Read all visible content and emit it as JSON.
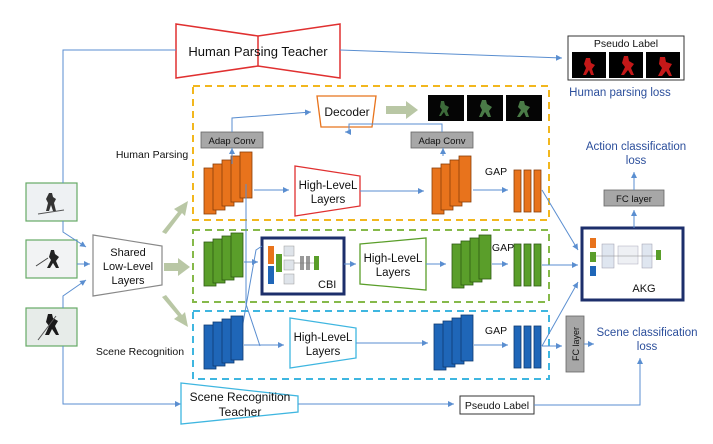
{
  "teachers": {
    "human_parsing": "Human Parsing Teacher",
    "scene_recognition_line1": "Scene Recognition",
    "scene_recognition_line2": "Teacher"
  },
  "pseudo_label_top": "Pseudo Label",
  "pseudo_label_bottom": "Pseudo Label",
  "losses": {
    "human_parsing": "Human parsing loss",
    "action_line1": "Action classification",
    "action_line2": "loss",
    "scene_line1": "Scene classification",
    "scene_line2": "loss"
  },
  "branches": {
    "human_parsing": "Human Parsing",
    "scene_recognition": "Scene Recognition"
  },
  "shared": {
    "line1": "Shared",
    "line2": "Low-Level",
    "line3": "Layers"
  },
  "modules": {
    "adap_conv_left": "Adap Conv",
    "adap_conv_right": "Adap Conv",
    "decoder": "Decoder",
    "high_level_line1": "High-LeveL",
    "high_level_line2": "Layers",
    "gap": "GAP",
    "fc_layer": "FC layer",
    "fc_layer_vertical": "FC layer",
    "cbi": "CBI",
    "akg": "AKG"
  },
  "colors": {
    "orange": "#e8731c",
    "green": "#5a9e2a",
    "blue": "#1f66b8",
    "red": "#e03030",
    "yellow_dash": "#f2b71e",
    "green_dash": "#86b94a",
    "cyan_dash": "#3fb6e0",
    "navy": "#1d2f6b",
    "arrow_blue": "#5a8ed0",
    "arrow_gray": "#b9c7a5",
    "gray_box": "#a7a7a7",
    "loss_text": "#2c4f9c"
  }
}
